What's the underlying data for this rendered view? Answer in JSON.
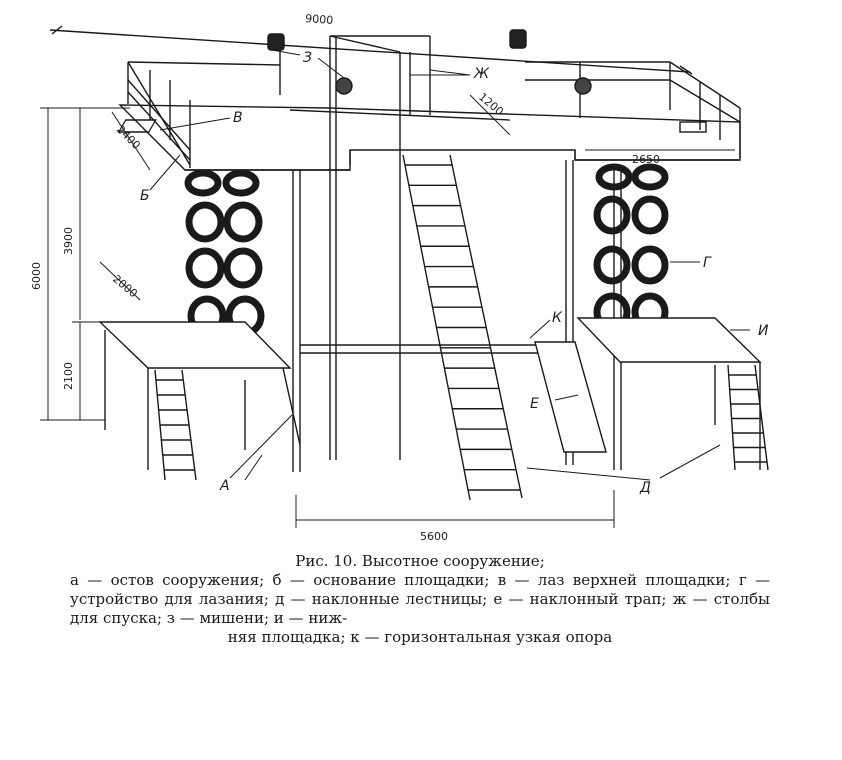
{
  "diagram": {
    "dimensions": {
      "top_width": "9000",
      "depth_left": "2400",
      "rail": "1200",
      "platform_right": "2650",
      "height_upper": "3900",
      "height_total": "6000",
      "height_lower": "2100",
      "low_platform": "2000",
      "base_span": "5600"
    },
    "labels": {
      "a": "А",
      "b": "Б",
      "v": "В",
      "g": "Г",
      "d": "Д",
      "e": "Е",
      "zh": "Ж",
      "z": "З",
      "i": "И",
      "k": "К"
    }
  },
  "caption": {
    "title": "Рис. 10. Высотное сооружение;",
    "body": "а — остов сооружения; б — основание площадки; в — лаз верхней площадки; г — устройство для лазания; д — наклонные лестницы; е — наклонный трап; ж — столбы для спуска; з — мишени; и — ниж-",
    "last": "няя площадка; к — горизонтальная узкая опора"
  }
}
